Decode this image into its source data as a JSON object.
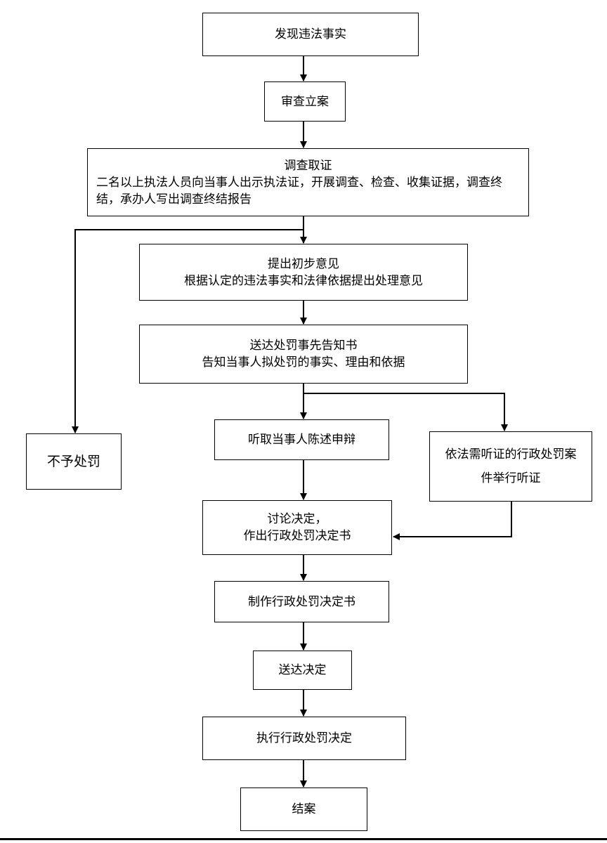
{
  "flowchart": {
    "discover": {
      "title": "发现违法事实"
    },
    "review": {
      "title": "审查立案"
    },
    "investigate": {
      "title": "调查取证",
      "detail": "二名以上执法人员向当事人出示执法证，开展调查、检查、收集证据，调查终结，承办人写出调查终结报告"
    },
    "preliminary": {
      "title": "提出初步意见",
      "detail": "根据认定的违法事实和法律依据提出处理意见"
    },
    "notice": {
      "title": "送达处罚事先告知书",
      "detail": "告知当事人拟处罚的事实、理由和依据"
    },
    "no_penalty": {
      "title": "不予处罚"
    },
    "statement": {
      "title": "听取当事人陈述申辩"
    },
    "hearing": {
      "line1": "依法需听证的行政处罚案",
      "line2": "件举行听证"
    },
    "discuss": {
      "line1": "讨论决定，",
      "line2": "作出行政处罚决定书"
    },
    "produce": {
      "title": "制作行政处罚决定书"
    },
    "deliver": {
      "title": "送达决定"
    },
    "execute": {
      "title": "执行行政处罚决定"
    },
    "close": {
      "title": "结案"
    }
  },
  "colors": {
    "line": "#000000",
    "box_border": "#000000",
    "background": "#ffffff"
  }
}
